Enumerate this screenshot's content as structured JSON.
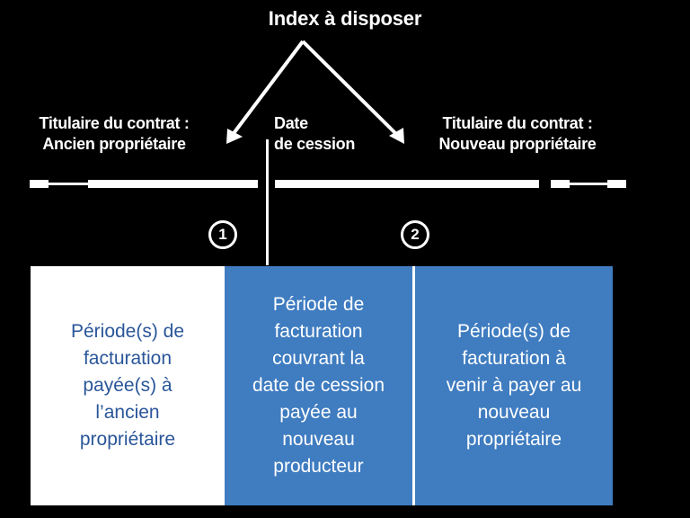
{
  "title": "Index à disposer",
  "colors": {
    "background": "#000000",
    "accent_blue": "#3f7cc0",
    "text_blue": "#2a5699",
    "white": "#ffffff"
  },
  "timeline": {
    "labels": [
      {
        "id": "old-owner",
        "line1": "Titulaire du contrat :",
        "line2": "Ancien propriétaire"
      },
      {
        "id": "cession-date",
        "line1": "Date",
        "line2": "de cession"
      },
      {
        "id": "new-owner",
        "line1": "Titulaire du contrat :",
        "line2": "Nouveau propriétaire"
      }
    ],
    "markers": [
      {
        "id": "marker-1",
        "label": "1"
      },
      {
        "id": "marker-2",
        "label": "2"
      }
    ]
  },
  "boxes": [
    {
      "id": "paid-to-old-owner",
      "text": "Période(s) de\nfacturation\npayée(s) à\nl’ancien\npropriétaire",
      "style": "white"
    },
    {
      "id": "covering-cession-date",
      "text": "Période de\nfacturation\ncouvrant la\ndate de cession\npayée au\nnouveau\nproducteur",
      "style": "blue"
    },
    {
      "id": "future-to-new-owner",
      "text": "Période(s) de\nfacturation à\nvenir à payer au\nnouveau\npropriétaire",
      "style": "blue"
    }
  ]
}
